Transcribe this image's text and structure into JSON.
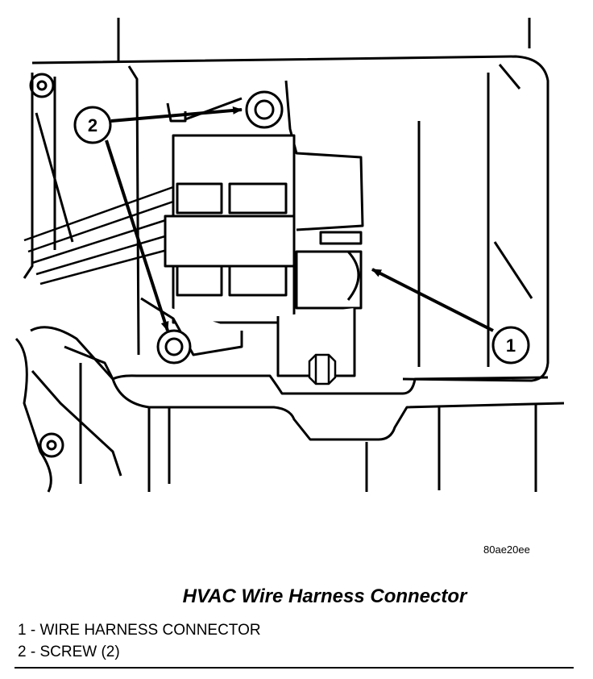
{
  "figure": {
    "code": "80ae20ee",
    "title": "HVAC Wire Harness Connector"
  },
  "callouts": [
    {
      "number": "1"
    },
    {
      "number": "2"
    }
  ],
  "legend": [
    {
      "text": "1 - WIRE HARNESS CONNECTOR"
    },
    {
      "text": "2 - SCREW (2)"
    }
  ]
}
